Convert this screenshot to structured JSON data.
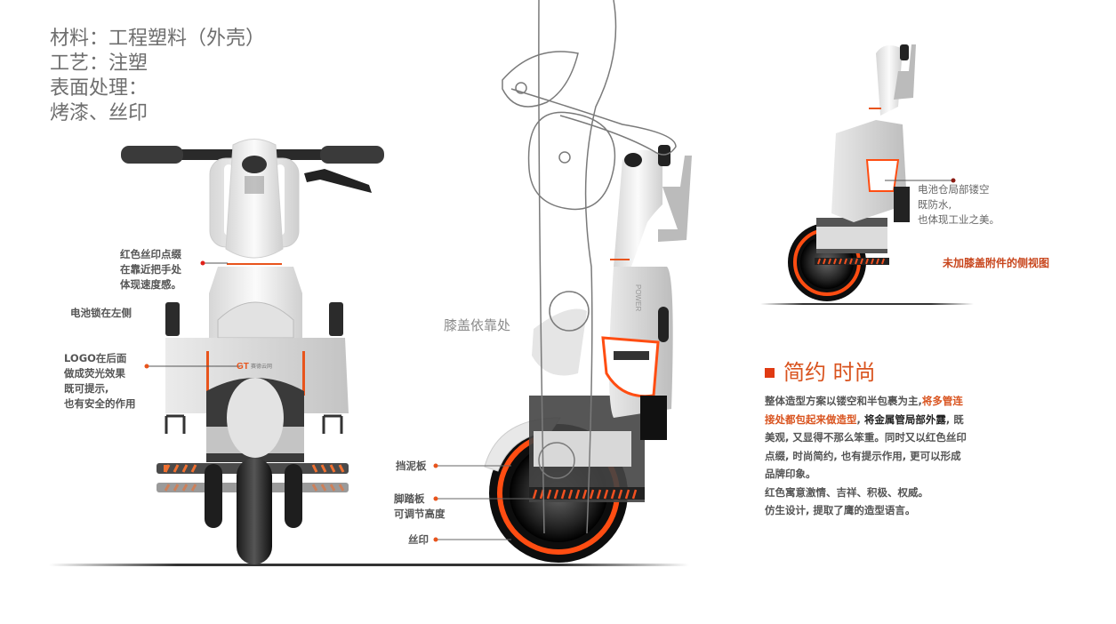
{
  "spec": {
    "material": "材料：工程塑料（外壳）",
    "process": "工艺：注塑",
    "surface_label": "表面处理：",
    "surface_value": "烤漆、丝印"
  },
  "front_view": {
    "annotations": [
      {
        "lines": [
          "红色丝印点缀",
          "在靠近把手处",
          "体现速度感。"
        ]
      },
      {
        "lines": [
          "电池锁在左侧"
        ]
      },
      {
        "lines": [
          "LOGO在后面",
          "做成荧光效果",
          "既可提示,",
          "也有安全的作用"
        ]
      }
    ],
    "logo_text": "GT",
    "logo_sub": "赛德云网"
  },
  "side_view": {
    "knee_label": "膝盖依靠处",
    "annotations": [
      {
        "lines": [
          "挡泥板"
        ]
      },
      {
        "lines": [
          "脚踏板",
          "可调节高度"
        ]
      },
      {
        "lines": [
          "丝印"
        ]
      }
    ],
    "battery_text": "POWER"
  },
  "small_view": {
    "annotation": [
      "电池仓局部镂空",
      "既防水,",
      "也体现工业之美。"
    ],
    "caption": "未加膝盖附件的侧视图"
  },
  "description": {
    "heading": "简约 时尚",
    "p1_a": "整体造型方案以镂空和半包裹为主,",
    "p1_orange": "将多管连接处都包起来做造型",
    "p1_b": ", ",
    "p1_black": "将金属管局部外露",
    "p1_c": ", 既美观, 又显得不那么笨重。同时又以红色丝印点缀, 时尚简约, 也有提示作用, 更可以形成品牌印象。",
    "p2": "红色寓意激情、吉祥、积极、权威。",
    "p3": "仿生设计, 提取了鹰的造型语言。"
  },
  "colors": {
    "accent": "#e8541c",
    "heading": "#d9531e",
    "caption": "#c8461d",
    "body_text": "#555555"
  }
}
